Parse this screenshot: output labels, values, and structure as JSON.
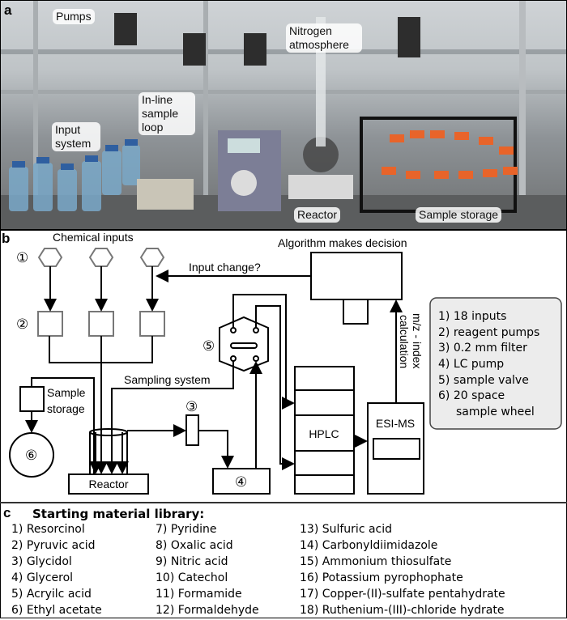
{
  "panels": {
    "a": "a",
    "b": "b",
    "c": "c"
  },
  "photo_labels": {
    "pumps": "Pumps",
    "nitrogen": "Nitrogen atmosphere",
    "sample_loop": "In-line sample loop",
    "input_system": "Input system",
    "reactor": "Reactor",
    "sample_storage": "Sample storage"
  },
  "diagram": {
    "chemical_inputs": "Chemical inputs",
    "algorithm": "Algorithm makes decision",
    "input_change": "Input change?",
    "sampling_system": "Sampling system",
    "sample_storage_1": "Sample",
    "sample_storage_2": "storage",
    "reactor": "Reactor",
    "hplc": "HPLC",
    "esi_ms": "ESI-MS",
    "mz_1": "m/z - index",
    "mz_2": "calculation",
    "markers": [
      "①",
      "②",
      "③",
      "④",
      "⑤",
      "⑥"
    ],
    "legend": [
      "1) 18 inputs",
      "2) reagent pumps",
      "3) 0.2 mm filter",
      "4) LC pump",
      "5) sample valve",
      "6) 20 space",
      "sample wheel"
    ]
  },
  "library": {
    "title": "Starting material library:",
    "columns": [
      [
        "1) Resorcinol",
        "2) Pyruvic acid",
        "3) Glycidol",
        "4) Glycerol",
        "5) Acryilc acid",
        "6) Ethyl acetate"
      ],
      [
        "7) Pyridine",
        "8) Oxalic acid",
        "9) Nitric acid",
        "10) Catechol",
        "11) Formamide",
        "12) Formaldehyde"
      ],
      [
        "13) Sulfuric acid",
        "14) Carbonyldiimidazole",
        "15) Ammonium thiosulfate",
        "16) Potassium pyrophophate",
        "17) Copper-(II)-sulfate pentahydrate",
        "18) Ruthenium-(III)-chloride hydrate"
      ]
    ]
  }
}
